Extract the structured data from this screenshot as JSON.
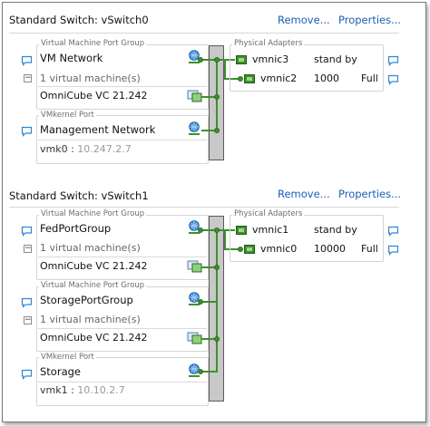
{
  "switches": [
    {
      "title": "Standard Switch: vSwitch0",
      "remove_label": "Remove...",
      "properties_label": "Properties...",
      "vm_group_legend": "Virtual Machine Port Group",
      "vmkernel_legend": "VMkernel Port",
      "physical_legend": "Physical Adapters",
      "port_groups": [
        {
          "name": "VM Network",
          "vm_count": "1 virtual machine(s)",
          "vm_name": "OmniCube VC 21.242"
        }
      ],
      "vmkernel": {
        "name": "Management Network",
        "port": "vmk0 :",
        "ip": "10.247.2.7"
      },
      "adapters": [
        {
          "name": "vmnic3",
          "speed": "stand by",
          "duplex": ""
        },
        {
          "name": "vmnic2",
          "speed": "1000",
          "duplex": "Full"
        }
      ]
    },
    {
      "title": "Standard Switch: vSwitch1",
      "remove_label": "Remove...",
      "properties_label": "Properties...",
      "vm_group_legend": "Virtual Machine Port Group",
      "vmkernel_legend": "VMkernel Port",
      "physical_legend": "Physical Adapters",
      "port_groups": [
        {
          "name": "FedPortGroup",
          "vm_count": "1 virtual machine(s)",
          "vm_name": "OmniCube VC 21.242"
        },
        {
          "name": "StoragePortGroup",
          "vm_count": "1 virtual machine(s)",
          "vm_name": "OmniCube VC 21.242"
        }
      ],
      "vmkernel": {
        "name": "Storage",
        "port": "vmk1 :",
        "ip": "10.10.2.7"
      },
      "adapters": [
        {
          "name": "vmnic1",
          "speed": "stand by",
          "duplex": ""
        },
        {
          "name": "vmnic0",
          "speed": "10000",
          "duplex": "Full"
        }
      ]
    }
  ],
  "collapse_symbol": "−",
  "colors": {
    "link": "#1a5fb4",
    "wire": "#3d8f2e",
    "bus": "#c8c8c8",
    "chat_icon": "#2f86d6"
  }
}
